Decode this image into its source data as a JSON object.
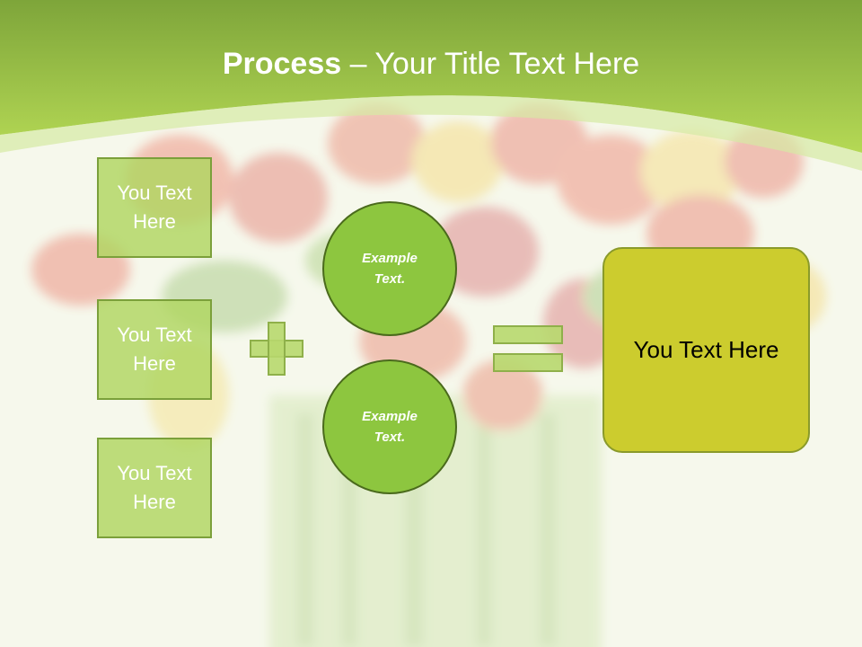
{
  "header": {
    "title_bold": "Process",
    "title_rest": " – Your Title Text Here"
  },
  "left_boxes": [
    {
      "label": "You Text\nHere"
    },
    {
      "label": "You Text\nHere"
    },
    {
      "label": "You Text\nHere"
    }
  ],
  "circles": [
    {
      "label": "Example\nText."
    },
    {
      "label": "Example\nText."
    }
  ],
  "result": {
    "label": "You Text Here"
  },
  "colors": {
    "header_green": "#9fcc3b",
    "box_fill": "#b0d660",
    "circle_fill": "#8dc63f",
    "result_fill": "#cccc2e"
  },
  "icons": [
    "plus-icon",
    "equals-icon"
  ]
}
